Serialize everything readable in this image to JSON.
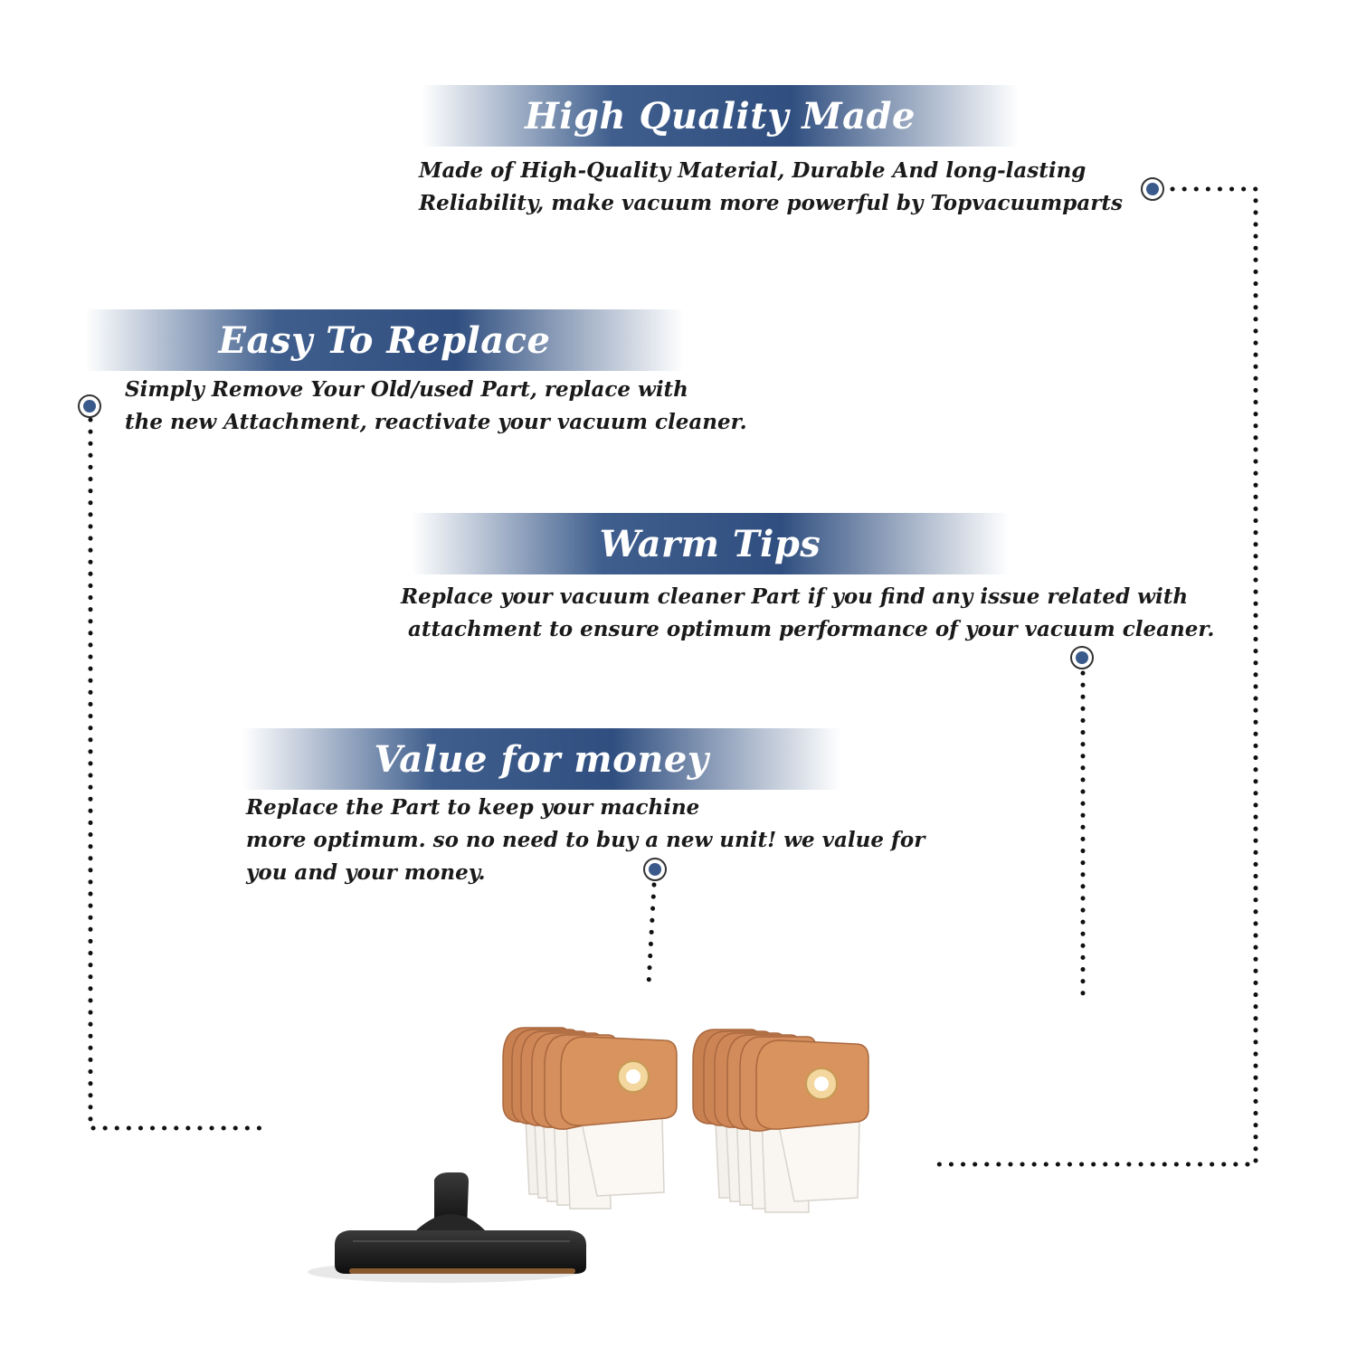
{
  "features": [
    {
      "title": "High Quality Made",
      "lines": [
        "Made of  High-Quality Material, Durable And long-lasting",
        "Reliability, make vacuum more powerful by Topvacuumparts"
      ]
    },
    {
      "title": "Easy To Replace",
      "lines": [
        "Simply Remove Your Old/used Part, replace with",
        "the new Attachment, reactivate your vacuum cleaner."
      ]
    },
    {
      "title": "Warm Tips",
      "lines": [
        "Replace your vacuum cleaner Part if you find any issue related with",
        " attachment to ensure optimum performance of your vacuum cleaner."
      ]
    },
    {
      "title": "Value for money",
      "lines": [
        "Replace the Part to keep your machine",
        "more optimum. so no need to buy a new unit! we value for",
        "you and your money."
      ]
    }
  ],
  "colors": {
    "banner": "#304f80",
    "bullet": "#3a5a8c",
    "text": "#1a1a1a",
    "bag": "#d9935e",
    "tool": "#1c1c1c"
  },
  "icons": [
    "bullet-dot-icon"
  ]
}
